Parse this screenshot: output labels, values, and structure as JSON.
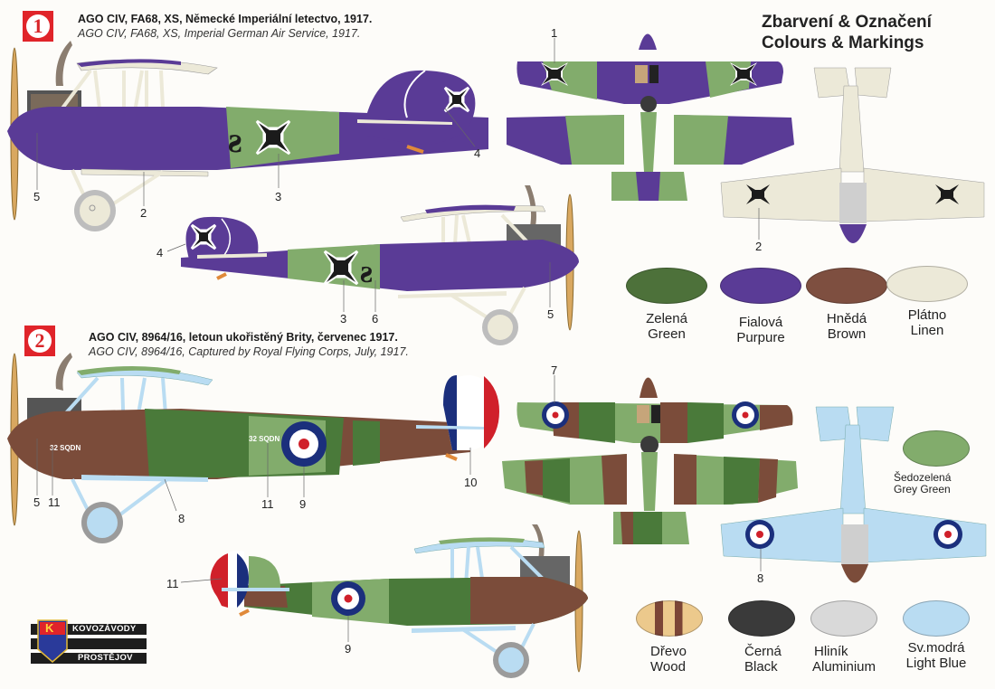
{
  "header": {
    "title_cz": "Zbarvení & Označení",
    "title_en": "Colours & Markings"
  },
  "schemes": [
    {
      "number": "1",
      "caption_cz": "AGO CIV, FA68, XS, Německé Imperiální letectvo, 1917.",
      "caption_en": "AGO CIV, FA68, XS, Imperial German Air Service, 1917.",
      "colors": {
        "primary": "#5a3b96",
        "secondary": "#82ac6c",
        "lower": "#ece9d8"
      },
      "profile_left_callouts": [
        "5",
        "2",
        "3",
        "4"
      ],
      "profile_right_callouts": [
        "4",
        "3",
        "6",
        "5"
      ],
      "top_view_callouts": [
        "1"
      ],
      "bottom_view_callouts": [
        "2"
      ]
    },
    {
      "number": "2",
      "caption_cz": "AGO CIV, 8964/16, letoun ukořistěný Brity, červenec 1917.",
      "caption_en": "AGO CIV, 8964/16, Captured by Royal Flying Corps, July, 1917.",
      "colors": {
        "primary": "#7b4c3a",
        "secondary": "#4a7a3a",
        "tertiary": "#82ac6c",
        "lower": "#b9dcf2"
      },
      "serial_marking": "32 SQDN",
      "profile_left_callouts": [
        "5",
        "11",
        "8",
        "11",
        "9",
        "10"
      ],
      "profile_right_callouts": [
        "11",
        "9"
      ],
      "top_view_callouts": [
        "7"
      ],
      "bottom_view_callouts": [
        "8"
      ]
    }
  ],
  "palette": [
    {
      "cz": "Zelená",
      "en": "Green",
      "hex": "#4d713a"
    },
    {
      "cz": "Fialová",
      "en": "Purpure",
      "hex": "#5a3b96"
    },
    {
      "cz": "Hnědá",
      "en": "Brown",
      "hex": "#7e4f40"
    },
    {
      "cz": "Plátno",
      "en": "Linen",
      "hex": "#ece9d8"
    },
    {
      "cz": "Šedozelená",
      "en": "Grey Green",
      "hex": "#82ac6c"
    },
    {
      "cz": "Dřevo",
      "en": "Wood",
      "hex": "#ecc98c",
      "stripe": "#7b4536"
    },
    {
      "cz": "Černá",
      "en": "Black",
      "hex": "#3a3a3a"
    },
    {
      "cz": "Hliník",
      "en": "Aluminium",
      "hex": "#d9d9d9"
    },
    {
      "cz": "Sv.modrá",
      "en": "Light Blue",
      "hex": "#b9dcf2"
    }
  ],
  "logo": {
    "line1": "KOVOZÁVODY",
    "line2": "PROSTĚJOV",
    "mark": "K"
  }
}
